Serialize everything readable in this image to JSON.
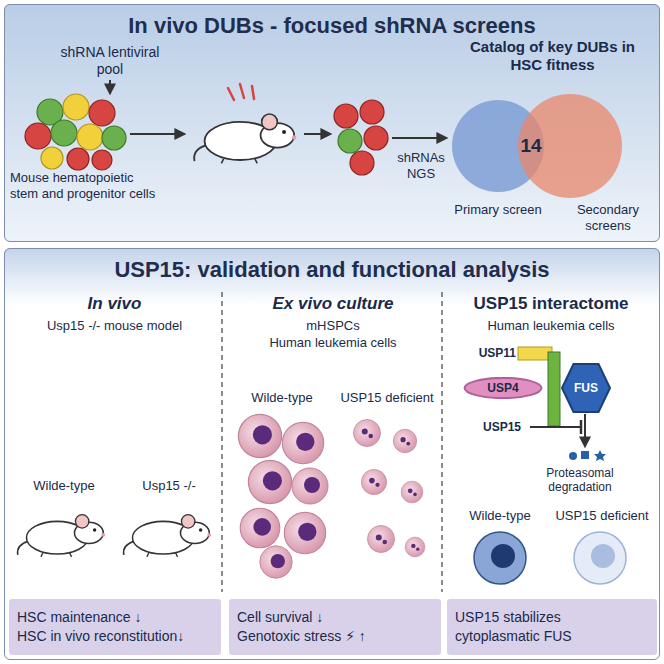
{
  "diagram": {
    "nodes": [
      {
        "text": [
          "In vivo DUBs - focused shRNA screens"
        ]
      },
      {
        "text": [
          "USP15: validation and functional analysis"
        ]
      },
      {
        "text": [
          "HSC maintenance ↓",
          "HSC in vivo reconstitution↓"
        ],
        "in": 1
      },
      {
        "text": [
          "Cell survival ↓",
          "Genotoxic stress ⚡ ↑"
        ],
        "in": 1
      },
      {
        "text": [
          "USP4"
        ],
        "in": 1
      },
      {
        "text": [
          "FUS"
        ],
        "in": 1
      },
      {
        "text": [
          "USP15 stabilizes cytoplasmatic FUS"
        ],
        "in": 1
      }
    ],
    "labels": [
      "shRNA lentiviral pool",
      "Mouse hematopoietic stem and progenitor cells",
      "shRNAs NGS",
      "Catalog of key DUBs in HSC fitness",
      "14",
      "Primary screen",
      "Secondary screens",
      "In vivo",
      "Usp15 -/- mouse model",
      "Wilde-type",
      "Usp15 -/-",
      "Ex vivo culture",
      "mHSPCs",
      "Human leukemia cells",
      "Wilde-type",
      "USP15 deficient",
      "USP15 interactome",
      "Human leukemia cells",
      "USP11",
      "USP15",
      "Proteasomal degradation",
      "Wilde-type",
      "USP15 deficient"
    ]
  }
}
